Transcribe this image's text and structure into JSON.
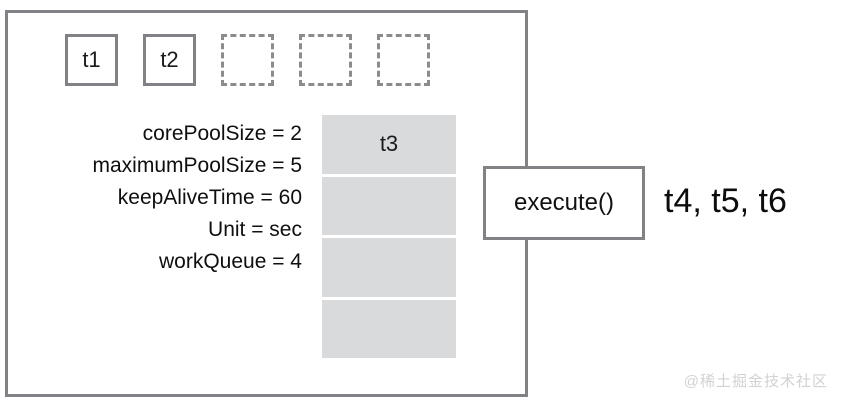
{
  "diagram": {
    "title": "Java ThreadPoolExecutor work queue diagram",
    "colors": {
      "border": "#808285",
      "queue_fill": "#d9dadb",
      "text": "#111111",
      "watermark": "#d2d2d2"
    }
  },
  "pool": {
    "worker_slots": [
      {
        "label": "t1",
        "state": "active"
      },
      {
        "label": "t2",
        "state": "active"
      },
      {
        "label": "",
        "state": "empty"
      },
      {
        "label": "",
        "state": "empty"
      },
      {
        "label": "",
        "state": "empty"
      }
    ],
    "config": [
      "corePoolSize = 2",
      "maximumPoolSize = 5",
      "keepAliveTime = 60",
      "Unit = sec",
      "workQueue = 4"
    ],
    "queue": {
      "capacity": 4,
      "cells": [
        {
          "label": "t3"
        },
        {
          "label": ""
        },
        {
          "label": ""
        },
        {
          "label": ""
        }
      ]
    }
  },
  "execute": {
    "label": "execute()"
  },
  "pending": {
    "label": "t4, t5, t6"
  },
  "watermark": {
    "label": "@稀土掘金技术社区"
  }
}
